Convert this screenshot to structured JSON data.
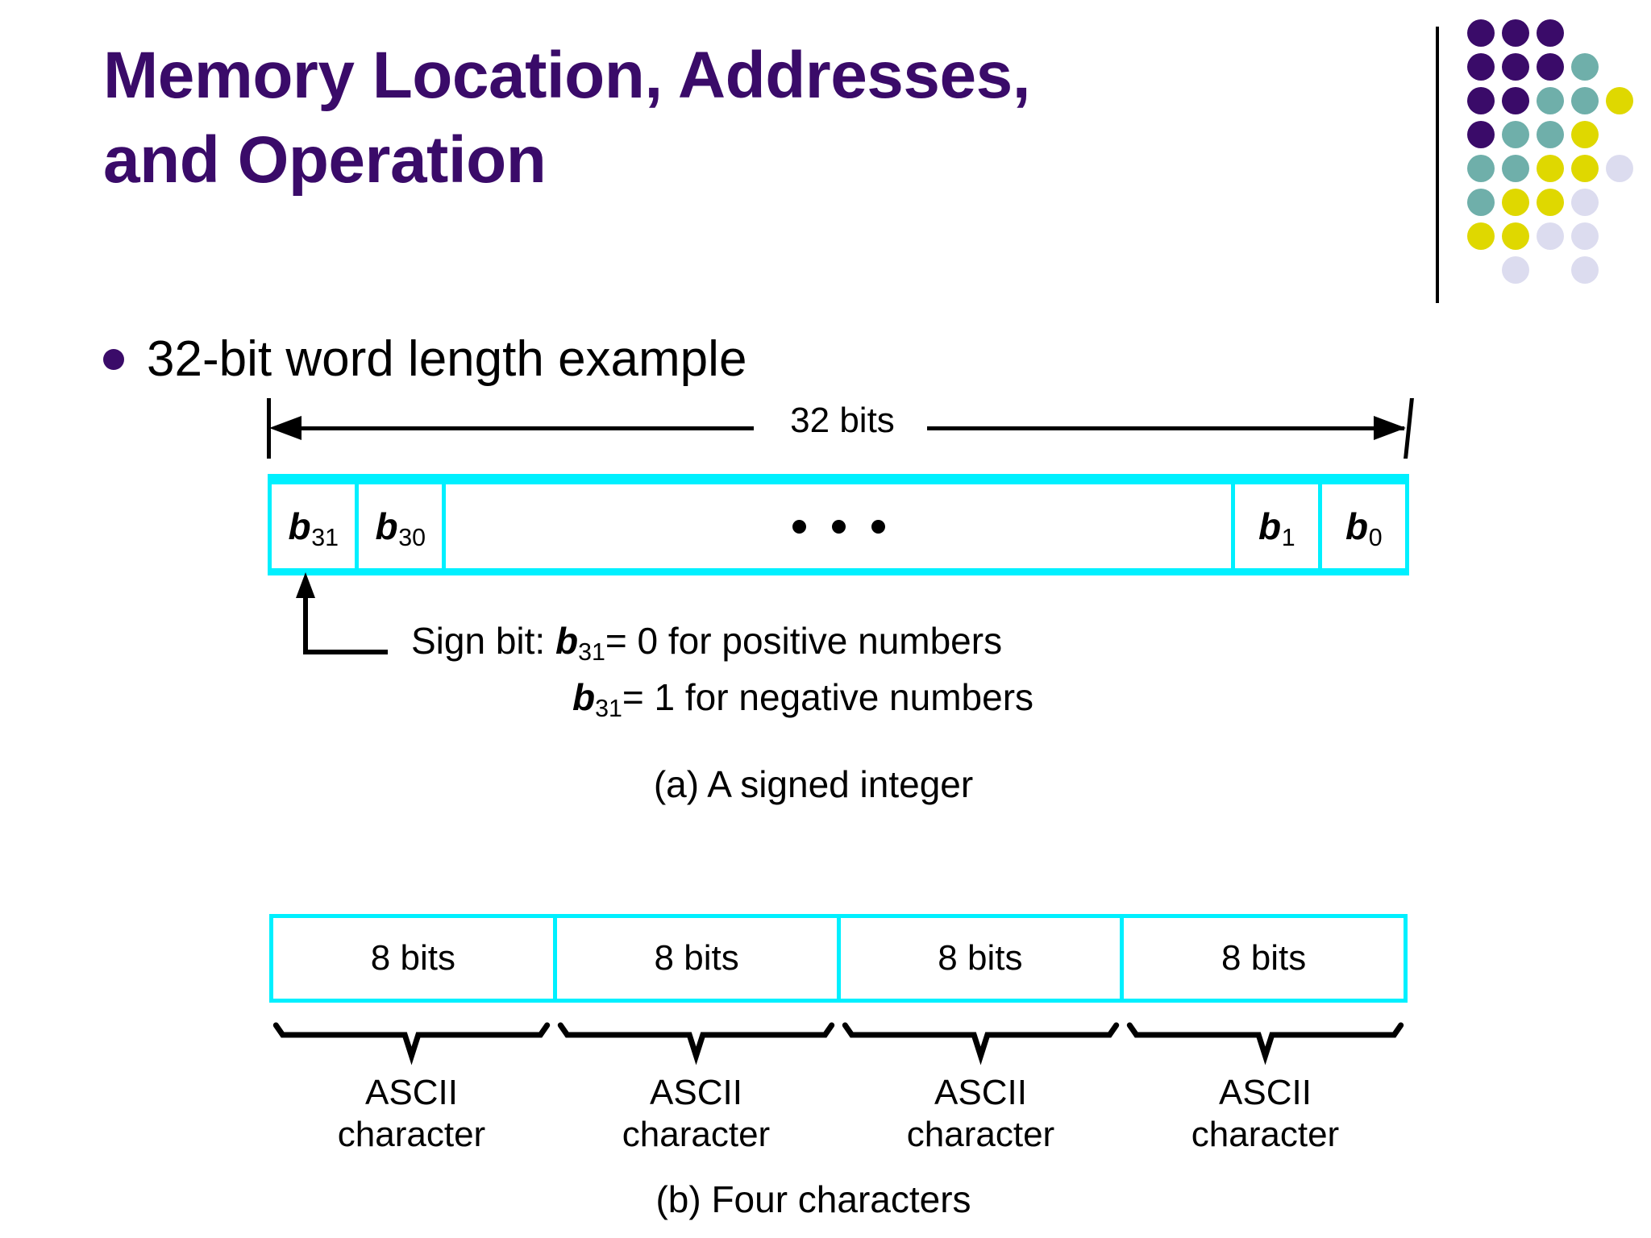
{
  "slide": {
    "title_line1": "Memory Location, Addresses,",
    "title_line2": "and Operation",
    "title_color": "#3A0B69"
  },
  "logo": {
    "name": "dot-matrix-logo",
    "colors": {
      "purple": "#3A0B69",
      "teal": "#6FAFAA",
      "yellow": "#DFD800",
      "lavender": "#DCDCEF"
    },
    "grid": [
      [
        "purple",
        "purple",
        "purple",
        "",
        ""
      ],
      [
        "purple",
        "purple",
        "purple",
        "teal",
        ""
      ],
      [
        "purple",
        "purple",
        "teal",
        "teal",
        "yellow"
      ],
      [
        "purple",
        "teal",
        "teal",
        "yellow",
        ""
      ],
      [
        "teal",
        "teal",
        "yellow",
        "yellow",
        "lavender"
      ],
      [
        "teal",
        "yellow",
        "yellow",
        "lavender",
        ""
      ],
      [
        "yellow",
        "yellow",
        "lavender",
        "lavender",
        ""
      ],
      [
        "",
        "lavender",
        "",
        "lavender",
        ""
      ]
    ]
  },
  "bullet": {
    "text": "32-bit word length example",
    "marker_color": "#3A0B69"
  },
  "figure_a": {
    "span_label": "32 bits",
    "cells": [
      {
        "name": "b31",
        "base": "b",
        "sub": "31"
      },
      {
        "name": "b30",
        "base": "b",
        "sub": "30"
      },
      {
        "name": "ellipsis",
        "base": "",
        "sub": ""
      },
      {
        "name": "b1",
        "base": "b",
        "sub": "1"
      },
      {
        "name": "b0",
        "base": "b",
        "sub": "0"
      }
    ],
    "sign_prefix": "Sign bit: ",
    "sign_base": "b",
    "sign_sub": "31",
    "sign_eq_positive": "=  0  for positive numbers",
    "sign_eq_negative": "=  1  for negative numbers",
    "caption": "(a) A signed integer",
    "box_color": "#00F0FF"
  },
  "figure_b": {
    "byte_cells": [
      "8 bits",
      "8 bits",
      "8 bits",
      "8 bits"
    ],
    "ascii_labels": [
      {
        "line1": "ASCII",
        "line2": "character"
      },
      {
        "line1": "ASCII",
        "line2": "character"
      },
      {
        "line1": "ASCII",
        "line2": "character"
      },
      {
        "line1": "ASCII",
        "line2": "character"
      }
    ],
    "caption": "(b) Four characters",
    "box_color": "#00F0FF"
  }
}
